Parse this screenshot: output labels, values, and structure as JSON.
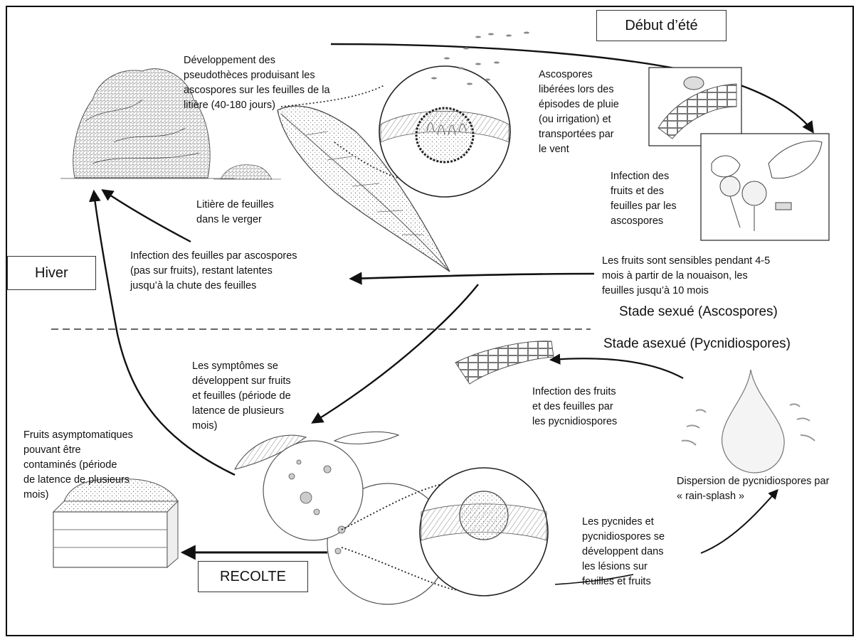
{
  "season_boxes": {
    "summer": "Début d’été",
    "winter": "Hiver",
    "harvest": "RECOLTE"
  },
  "stages": {
    "sexual": "Stade sexué (Ascospores)",
    "asexual": "Stade asexué (Pycnidiospores)"
  },
  "labels": {
    "pseudothecia": [
      "Développement des",
      "pseudothèces produisant les",
      "ascospores sur les feuilles de la",
      "litière (40-180 jours)"
    ],
    "ascospores_released": [
      "Ascospores",
      "libérées lors des",
      "épisodes de pluie",
      "(ou irrigation) et",
      "transportées par",
      "le vent"
    ],
    "leaf_litter": [
      "Litière de feuilles",
      "dans le verger"
    ],
    "infection_by_ascospores": [
      "Infection des",
      "fruits et des",
      "feuilles par les",
      "ascospores"
    ],
    "latent_infection": [
      "Infection des feuilles par ascospores",
      "(pas sur fruits), restant latentes",
      "jusqu’à la chute des feuilles"
    ],
    "susceptibility": [
      "Les fruits sont sensibles pendant 4-5",
      "mois à partir de la nouaison, les",
      "feuilles jusqu’à 10 mois"
    ],
    "symptoms": [
      "Les symptômes se",
      "développent sur fruits",
      "et feuilles (période de",
      "latence de plusieurs",
      "mois)"
    ],
    "infection_by_pycnidiospores": [
      "Infection des fruits",
      "et des feuilles par",
      "les pycnidiospores"
    ],
    "asymptomatic_fruit": [
      "Fruits asymptomatiques",
      "pouvant être",
      "contaminés  (période",
      "de latence de plusieurs",
      "mois)"
    ],
    "rain_splash": [
      "Dispersion de pycnidiospores par",
      "« rain-splash »"
    ],
    "pycnidia": [
      "Les pycnides et",
      "pycnidiospores se",
      "développent dans",
      "les lésions sur",
      "feuilles et fruits"
    ]
  }
}
